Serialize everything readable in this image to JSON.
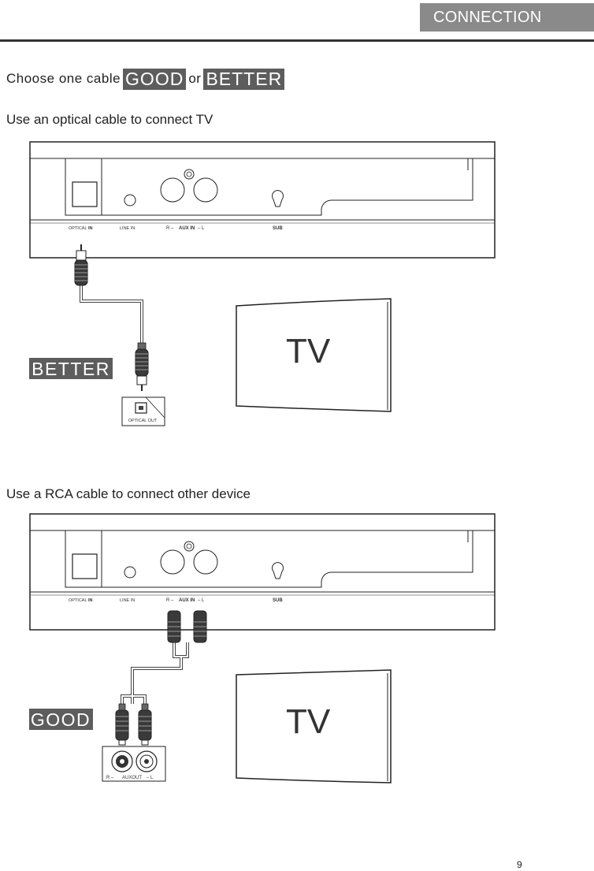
{
  "header": {
    "section_title": "CONNECTION"
  },
  "intro": {
    "prefix": "Choose one cable",
    "good": "GOOD",
    "or": "or",
    "better": "BETTER"
  },
  "optical_section": {
    "heading": "Use an optical cable to connect TV",
    "badge": "BETTER",
    "tv_label": "TV",
    "device_port_label": "OPTICAL OUT",
    "panel": {
      "optical": "OPTICAL",
      "optical_in": "IN",
      "line_in": "LINE IN",
      "aux_r": "R –",
      "aux_in": "AUX IN",
      "aux_l": "– L",
      "sub": "SUB"
    }
  },
  "rca_section": {
    "heading": "Use a RCA cable to connect other device",
    "badge": "GOOD",
    "tv_label": "TV",
    "device_port_r": "R –",
    "device_port_label": "AUXOUT",
    "device_port_l": "– L",
    "panel": {
      "optical": "OPTICAL",
      "optical_in": "IN",
      "line_in": "LINE IN",
      "aux_r": "R –",
      "aux_in": "AUX IN",
      "aux_l": "– L",
      "sub": "SUB"
    }
  },
  "footer": {
    "page_number": "9"
  }
}
